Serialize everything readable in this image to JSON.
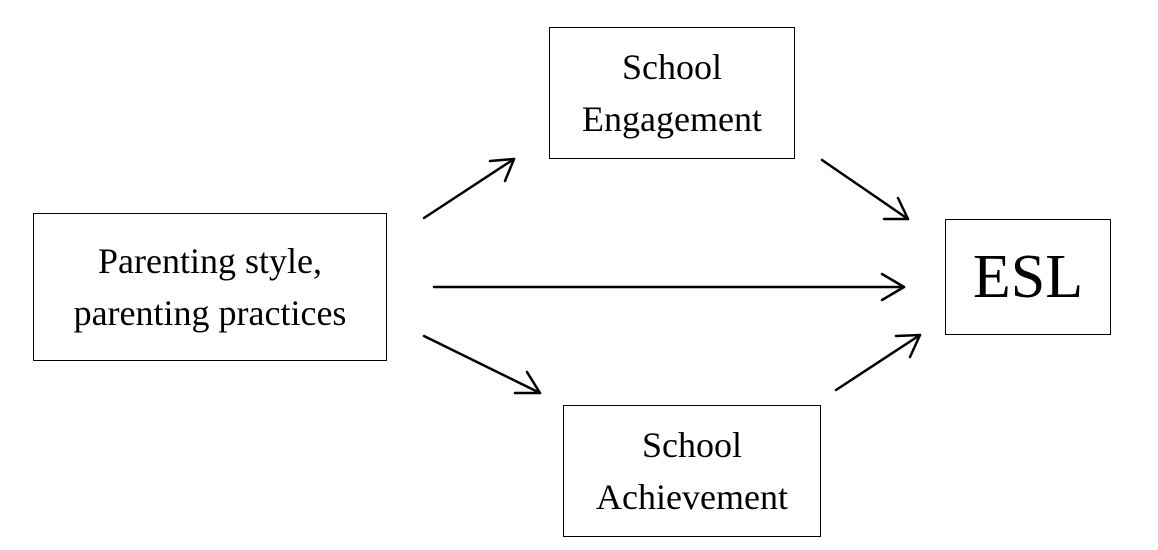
{
  "nodes": {
    "parenting": {
      "line1": "Parenting style,",
      "line2": "parenting practices"
    },
    "engagement": {
      "line1": "School",
      "line2": "Engagement"
    },
    "achievement": {
      "line1": "School",
      "line2": "Achievement"
    },
    "esl": {
      "label": "ESL"
    }
  },
  "edges": [
    {
      "from": "parenting",
      "to": "engagement"
    },
    {
      "from": "parenting",
      "to": "esl"
    },
    {
      "from": "parenting",
      "to": "achievement"
    },
    {
      "from": "engagement",
      "to": "esl"
    },
    {
      "from": "achievement",
      "to": "esl"
    }
  ],
  "colors": {
    "stroke": "#000000",
    "background": "#ffffff"
  }
}
